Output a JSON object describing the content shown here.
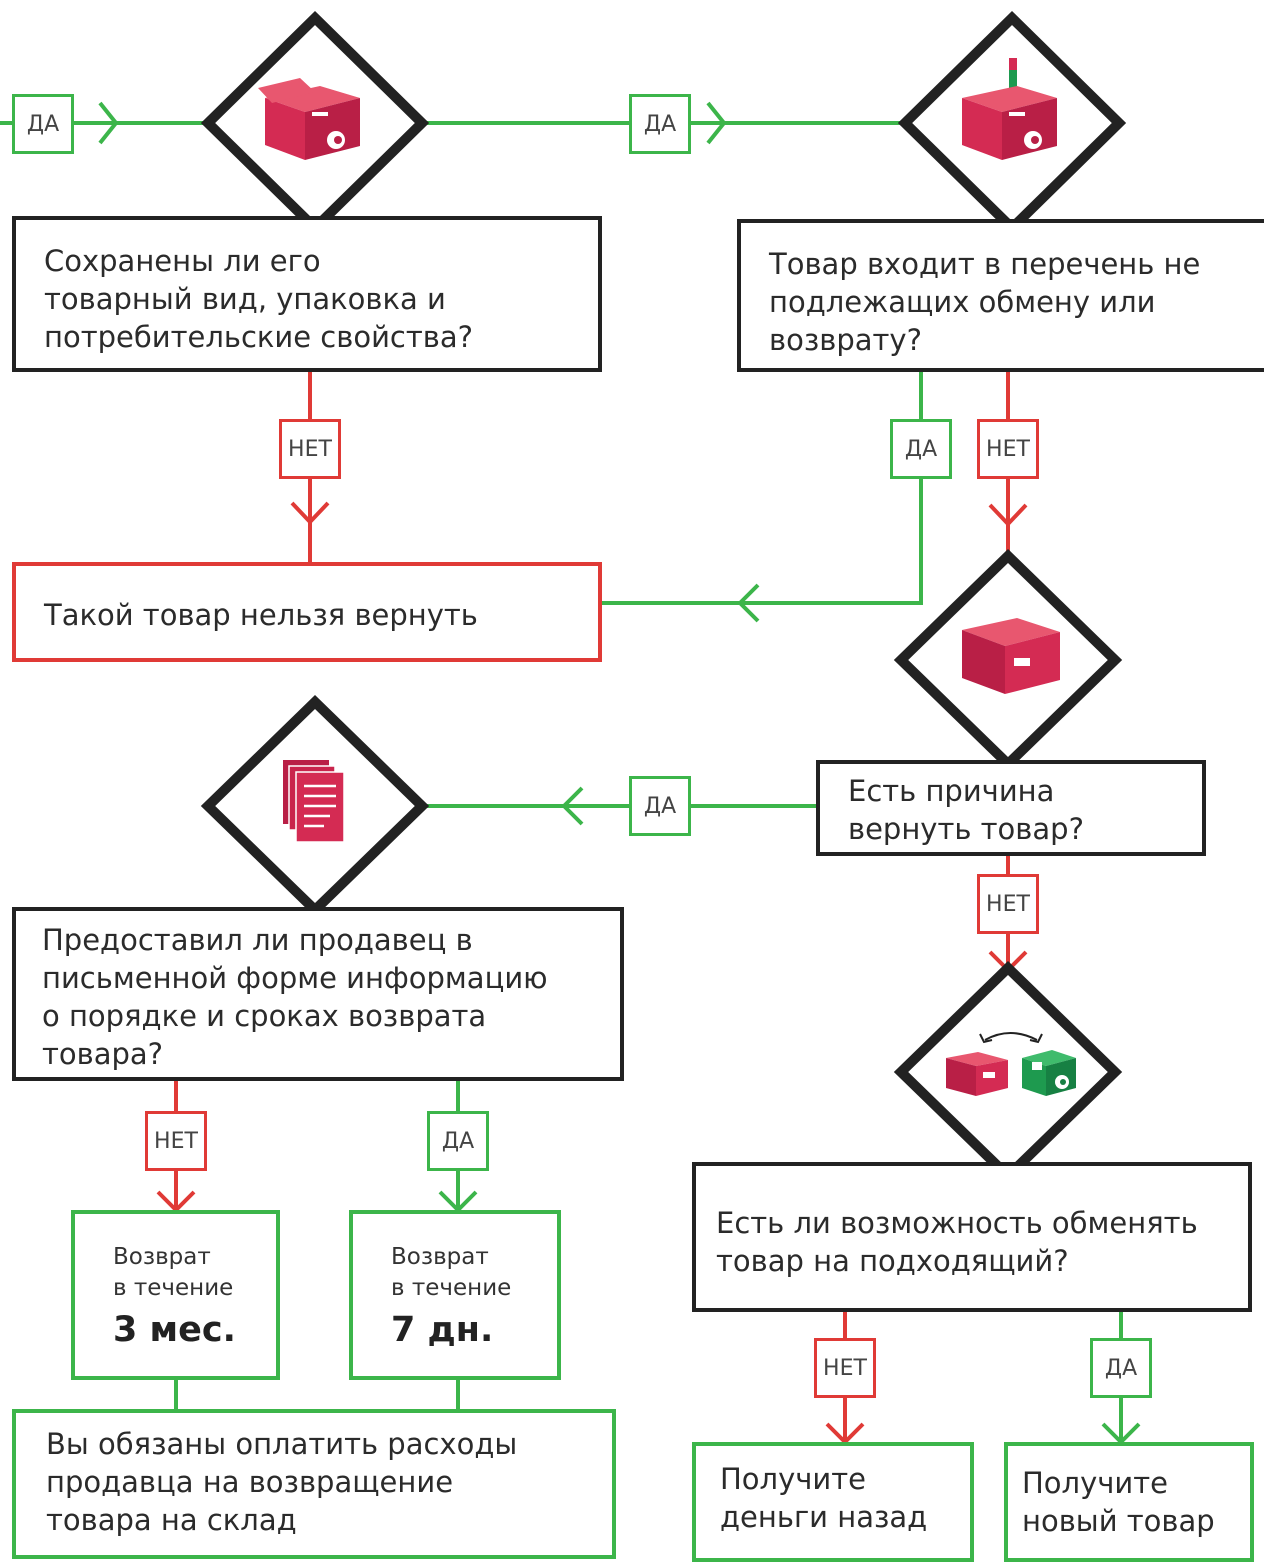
{
  "labels": {
    "yes": "ДА",
    "no": "НЕТ"
  },
  "colors": {
    "yes": "#3cb54a",
    "no": "#e03a36",
    "box_icon": "#d42b53",
    "box_icon_alt": "#1e9a4f",
    "border": "#222222"
  },
  "icons": {
    "q1": "red-box-rst-icon",
    "q2": "red-box-banned-icon",
    "q3": "red-box-icon",
    "q4": "documents-icon",
    "q5": "exchange-boxes-icon"
  },
  "questions": {
    "q1": "Сохранены ли его\nтоварный вид, упаковка и\nпотребительские свойства?",
    "q2": "Товар входит в перечень не\nподлежащих обмену или\nвозврату?",
    "q3": "Есть причина\nвернуть товар?",
    "q4": "Предоставил ли продавец в\nписьменной форме информацию\nо порядке и сроках возврата\nтовара?",
    "q5": "Есть ли возможность обменять\nтовар на подходящий?"
  },
  "results": {
    "cannot_return": "Такой товар нельзя вернуть",
    "return_3m": {
      "line1": "Возврат\nв течение",
      "value": "3 мес."
    },
    "return_7d": {
      "line1": "Возврат\nв течение",
      "value": "7 дн."
    },
    "pay_costs": "Вы обязаны оплатить расходы\nпродавца на возвращение\nтовара на склад",
    "money_back": "Получите\nденьги назад",
    "new_item": "Получите\nновый товар"
  }
}
